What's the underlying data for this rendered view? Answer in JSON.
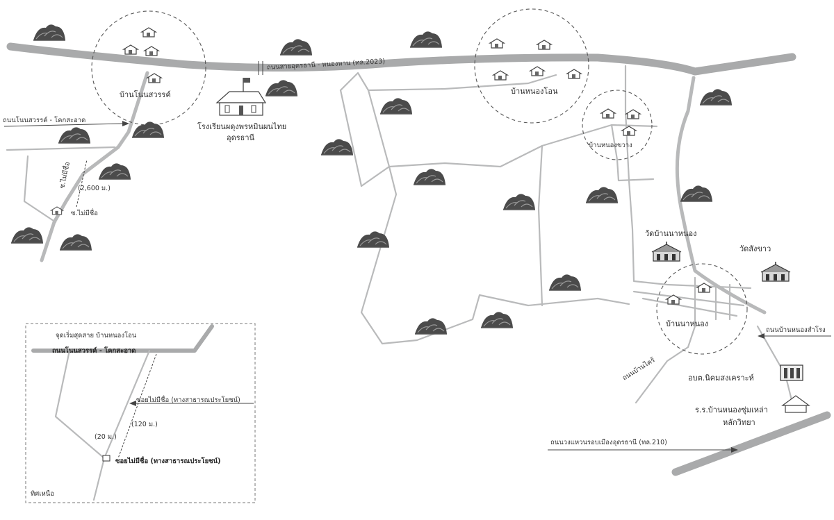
{
  "labels": {
    "highway_north": "ถนนสายอุดรธานี - หนองหาน (ทล.2023)",
    "village_phon_sawan": "บ้านโนนสวรรค์",
    "school_name_line1": "โรงเรียนผดุงพรหมินผนไทย",
    "school_name_line2": "อุดรธานี",
    "road_west": "ถนนโนนสวรรค์ - โคกสะอาด",
    "soi_mai_si_sue": "ซ.ไม่มีชื่อ",
    "distance_2600": "(2,600 ม.)",
    "soi_mai_si_sue_point": "ซ.ไม่มีชื่อ",
    "village_nong_on": "บ้านหนองโอน",
    "village_nong_khwang": "บ้านหนองขวาง",
    "wat_ban_na_nong": "วัดบ้านนาหนอง",
    "wat_sang_khao": "วัดสังขาว",
    "village_na_nong": "บ้านนาหนอง",
    "road_nong_samrong": "ถนนบ้านหนองสำโรง",
    "road_ban_khrai": "ถนนบ้านไคร้",
    "tambon_office": "อบต.นิคมสงเคราะห์",
    "school_nong_sung_line1": "ร.ร.บ้านหนองซุ่มเหล่า",
    "school_nong_sung_line2": "หลักวิทยา",
    "highway_south": "ถนนวงแหวนรอบเมืองอุดรธานี (ทล.210)"
  },
  "inset": {
    "title_top": "จุดเริ่มสุดสาย บ้านหนองโอน",
    "road_label": "ถนนโนนสวรรค์ - โคกสะอาด",
    "soi_public": "ซอยไม่มีชื่อ (ทางสาธารณประโยชน์)",
    "distance_120": "(120 ม.)",
    "distance_20": "(20 ม.)",
    "soi_public_end": "ซอยไม่มีชื่อ (ทางสาธารณประโยชน์)",
    "direction": "ทิศเหนือ"
  },
  "colors": {
    "road": "#a9aaab",
    "tree": "#4a4a4a",
    "background": "#ffffff"
  },
  "icons": {
    "tree": "tree-icon",
    "house": "house-icon",
    "school": "school-icon",
    "temple": "temple-icon",
    "office": "office-building-icon"
  }
}
